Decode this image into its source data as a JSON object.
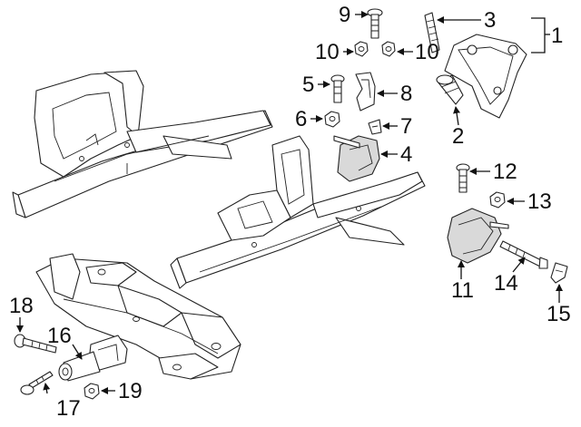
{
  "callouts": [
    "1",
    "2",
    "3",
    "4",
    "5",
    "6",
    "7",
    "8",
    "9",
    "10",
    "11",
    "12",
    "13",
    "14",
    "15",
    "16",
    "17",
    "18",
    "19"
  ],
  "second_callout_10": "10"
}
